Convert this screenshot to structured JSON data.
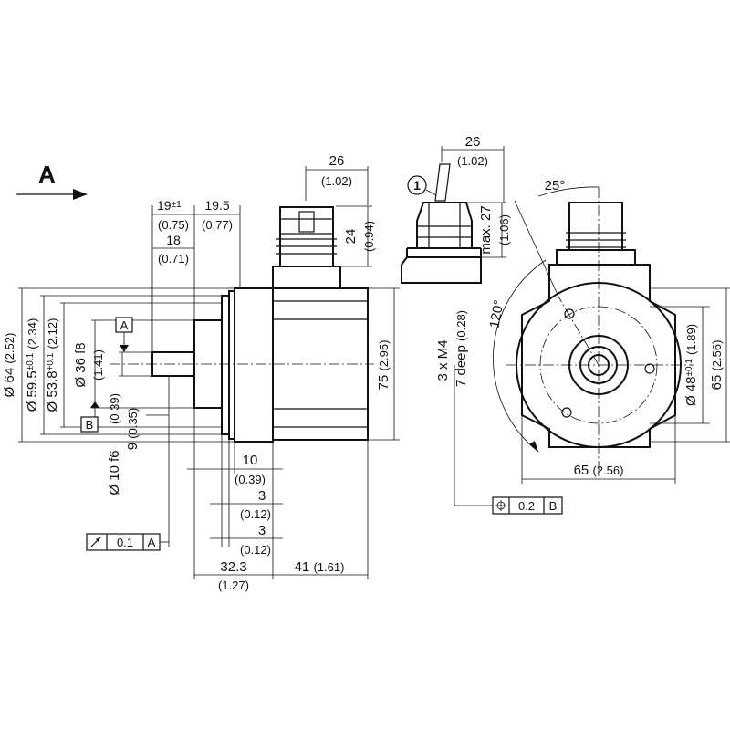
{
  "view_label": "A",
  "cable_callout": "1",
  "datum_a": "A",
  "datum_b": "B",
  "left_view": {
    "dim_26": "26",
    "dim_26_in": "(1.02)",
    "dim_24": "24",
    "dim_24_in": "(0.94)",
    "dim_19": "19",
    "dim_19_tol": "±1",
    "dim_19_in": "(0.75)",
    "dim_19_5": "19.5",
    "dim_19_5_in": "(0.77)",
    "dim_18": "18",
    "dim_18_in": "(0.71)",
    "dim_64": "Ø 64",
    "dim_64_in": "(2.52)",
    "dim_59_5": "Ø 59.5",
    "dim_59_5_tol": "±0.1",
    "dim_59_5_in": "(2.34)",
    "dim_53_8": "Ø 53.8",
    "dim_53_8_tol": "+0.1",
    "dim_53_8_in": "(2.12)",
    "dim_36": "Ø 36 f8",
    "dim_36_in": "(1.41)",
    "dim_10_39": "(0.39)",
    "dim_9": "9",
    "dim_9_in": "(0.35)",
    "dim_10f6": "Ø 10 f6",
    "dim_75": "75",
    "dim_75_in": "(2.95)",
    "dim_10": "10",
    "dim_10_in": "(0.39)",
    "dim_3a": "3",
    "dim_3a_in": "(0.12)",
    "dim_3b": "3",
    "dim_3b_in": "(0.12)",
    "dim_32_3": "32.3",
    "dim_32_3_in": "(1.27)",
    "dim_41": "41",
    "dim_41_in": "(1.61)",
    "tol_runout_value": "0.1",
    "tol_runout_datum": "A"
  },
  "middle_view": {
    "dim_26": "26",
    "dim_26_in": "(1.02)",
    "dim_max27": "max. 27",
    "dim_max27_in": "(1.06)"
  },
  "right_view": {
    "angle_25": "25°",
    "angle_120": "120°",
    "thread_1": "3 x M4",
    "thread_2": "7 deep",
    "thread_2_in": "(0.28)",
    "dim_48": "Ø 48",
    "dim_48_tol": "±0.1",
    "dim_48_in": "(1.89)",
    "dim_65v": "65",
    "dim_65v_in": "(2.56)",
    "dim_65h": "65",
    "dim_65h_in": "(2.56)",
    "tol_pos_value": "0.2",
    "tol_pos_datum": "B"
  }
}
